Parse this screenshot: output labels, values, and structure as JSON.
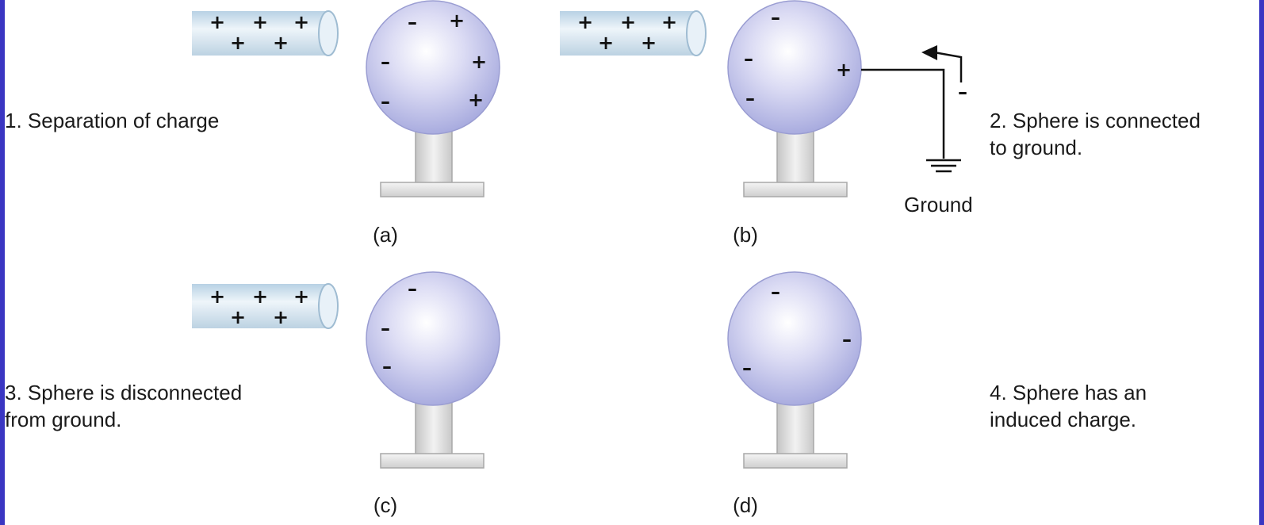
{
  "steps": {
    "step1": "1. Separation of charge",
    "step2_line1": "2. Sphere is connected",
    "step2_line2": "to ground.",
    "step3_line1": "3. Sphere is disconnected",
    "step3_line2": "from ground.",
    "step4_line1": "4. Sphere has an",
    "step4_line2": "induced charge."
  },
  "panels": {
    "a": "(a)",
    "b": "(b)",
    "c": "(c)",
    "d": "(d)"
  },
  "ground_label": "Ground",
  "charge_symbols": {
    "positive": "+",
    "negative": "–"
  },
  "colors": {
    "sphere": "#b9bce8",
    "rod": "#cfe0ec",
    "border": "#3a36c2"
  }
}
